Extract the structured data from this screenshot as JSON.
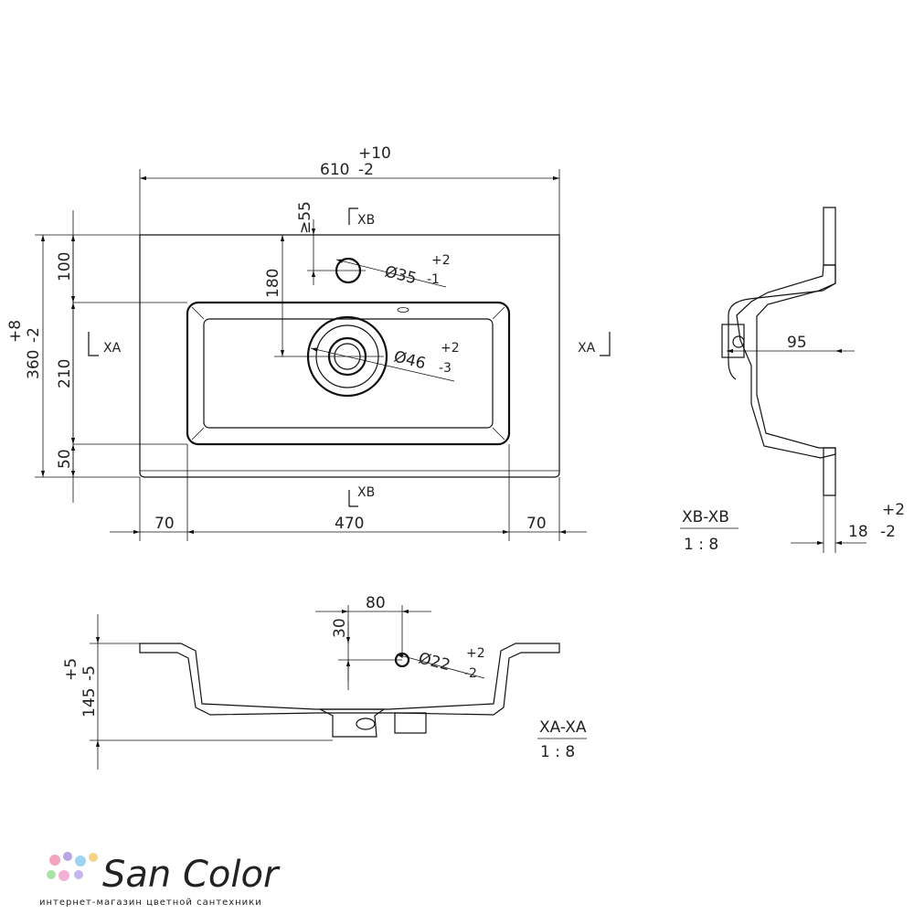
{
  "top_view": {
    "width_value": "610",
    "width_tol_plus": "+10",
    "width_tol_minus": "-2",
    "depth_value": "360",
    "depth_tol_plus": "+8",
    "depth_tol_minus": "-2",
    "dim_100": "100",
    "dim_210": "210",
    "dim_50": "50",
    "dim_180": "180",
    "dim_55": "≥55",
    "dim_70_left": "70",
    "dim_470": "470",
    "dim_70_right": "70",
    "tap_hole": "Ø35",
    "tap_hole_tol_plus": "+2",
    "tap_hole_tol_minus": "-1",
    "drain_hole": "Ø46",
    "drain_hole_tol_plus": "+2",
    "drain_hole_tol_minus": "-3",
    "cut_xa_left": "XA",
    "cut_xa_right": "XA",
    "cut_xb_top": "XB",
    "cut_xb_bottom": "XB"
  },
  "section_xb": {
    "dim_95": "95",
    "dim_18": "18",
    "dim_18_tol_plus": "+2",
    "dim_18_tol_minus": "-2",
    "label": "XB-XB",
    "scale": "1 : 8"
  },
  "section_xa": {
    "dim_80": "80",
    "dim_30": "30",
    "dim_145": "145",
    "dim_145_tol_plus": "+5",
    "dim_145_tol_minus": "-5",
    "overflow_hole": "Ø22",
    "overflow_tol_plus": "+2",
    "overflow_tol_minus": "-2",
    "label": "XA-XA",
    "scale": "1 : 8"
  },
  "logo": {
    "name": "San Color",
    "tagline": "интернет-магазин цветной сантехники",
    "colors": [
      "#f4a3c0",
      "#b7a5e6",
      "#9fd3f2",
      "#f7d38a",
      "#a9e3a9",
      "#f3b0d6",
      "#c4b4f0"
    ]
  }
}
